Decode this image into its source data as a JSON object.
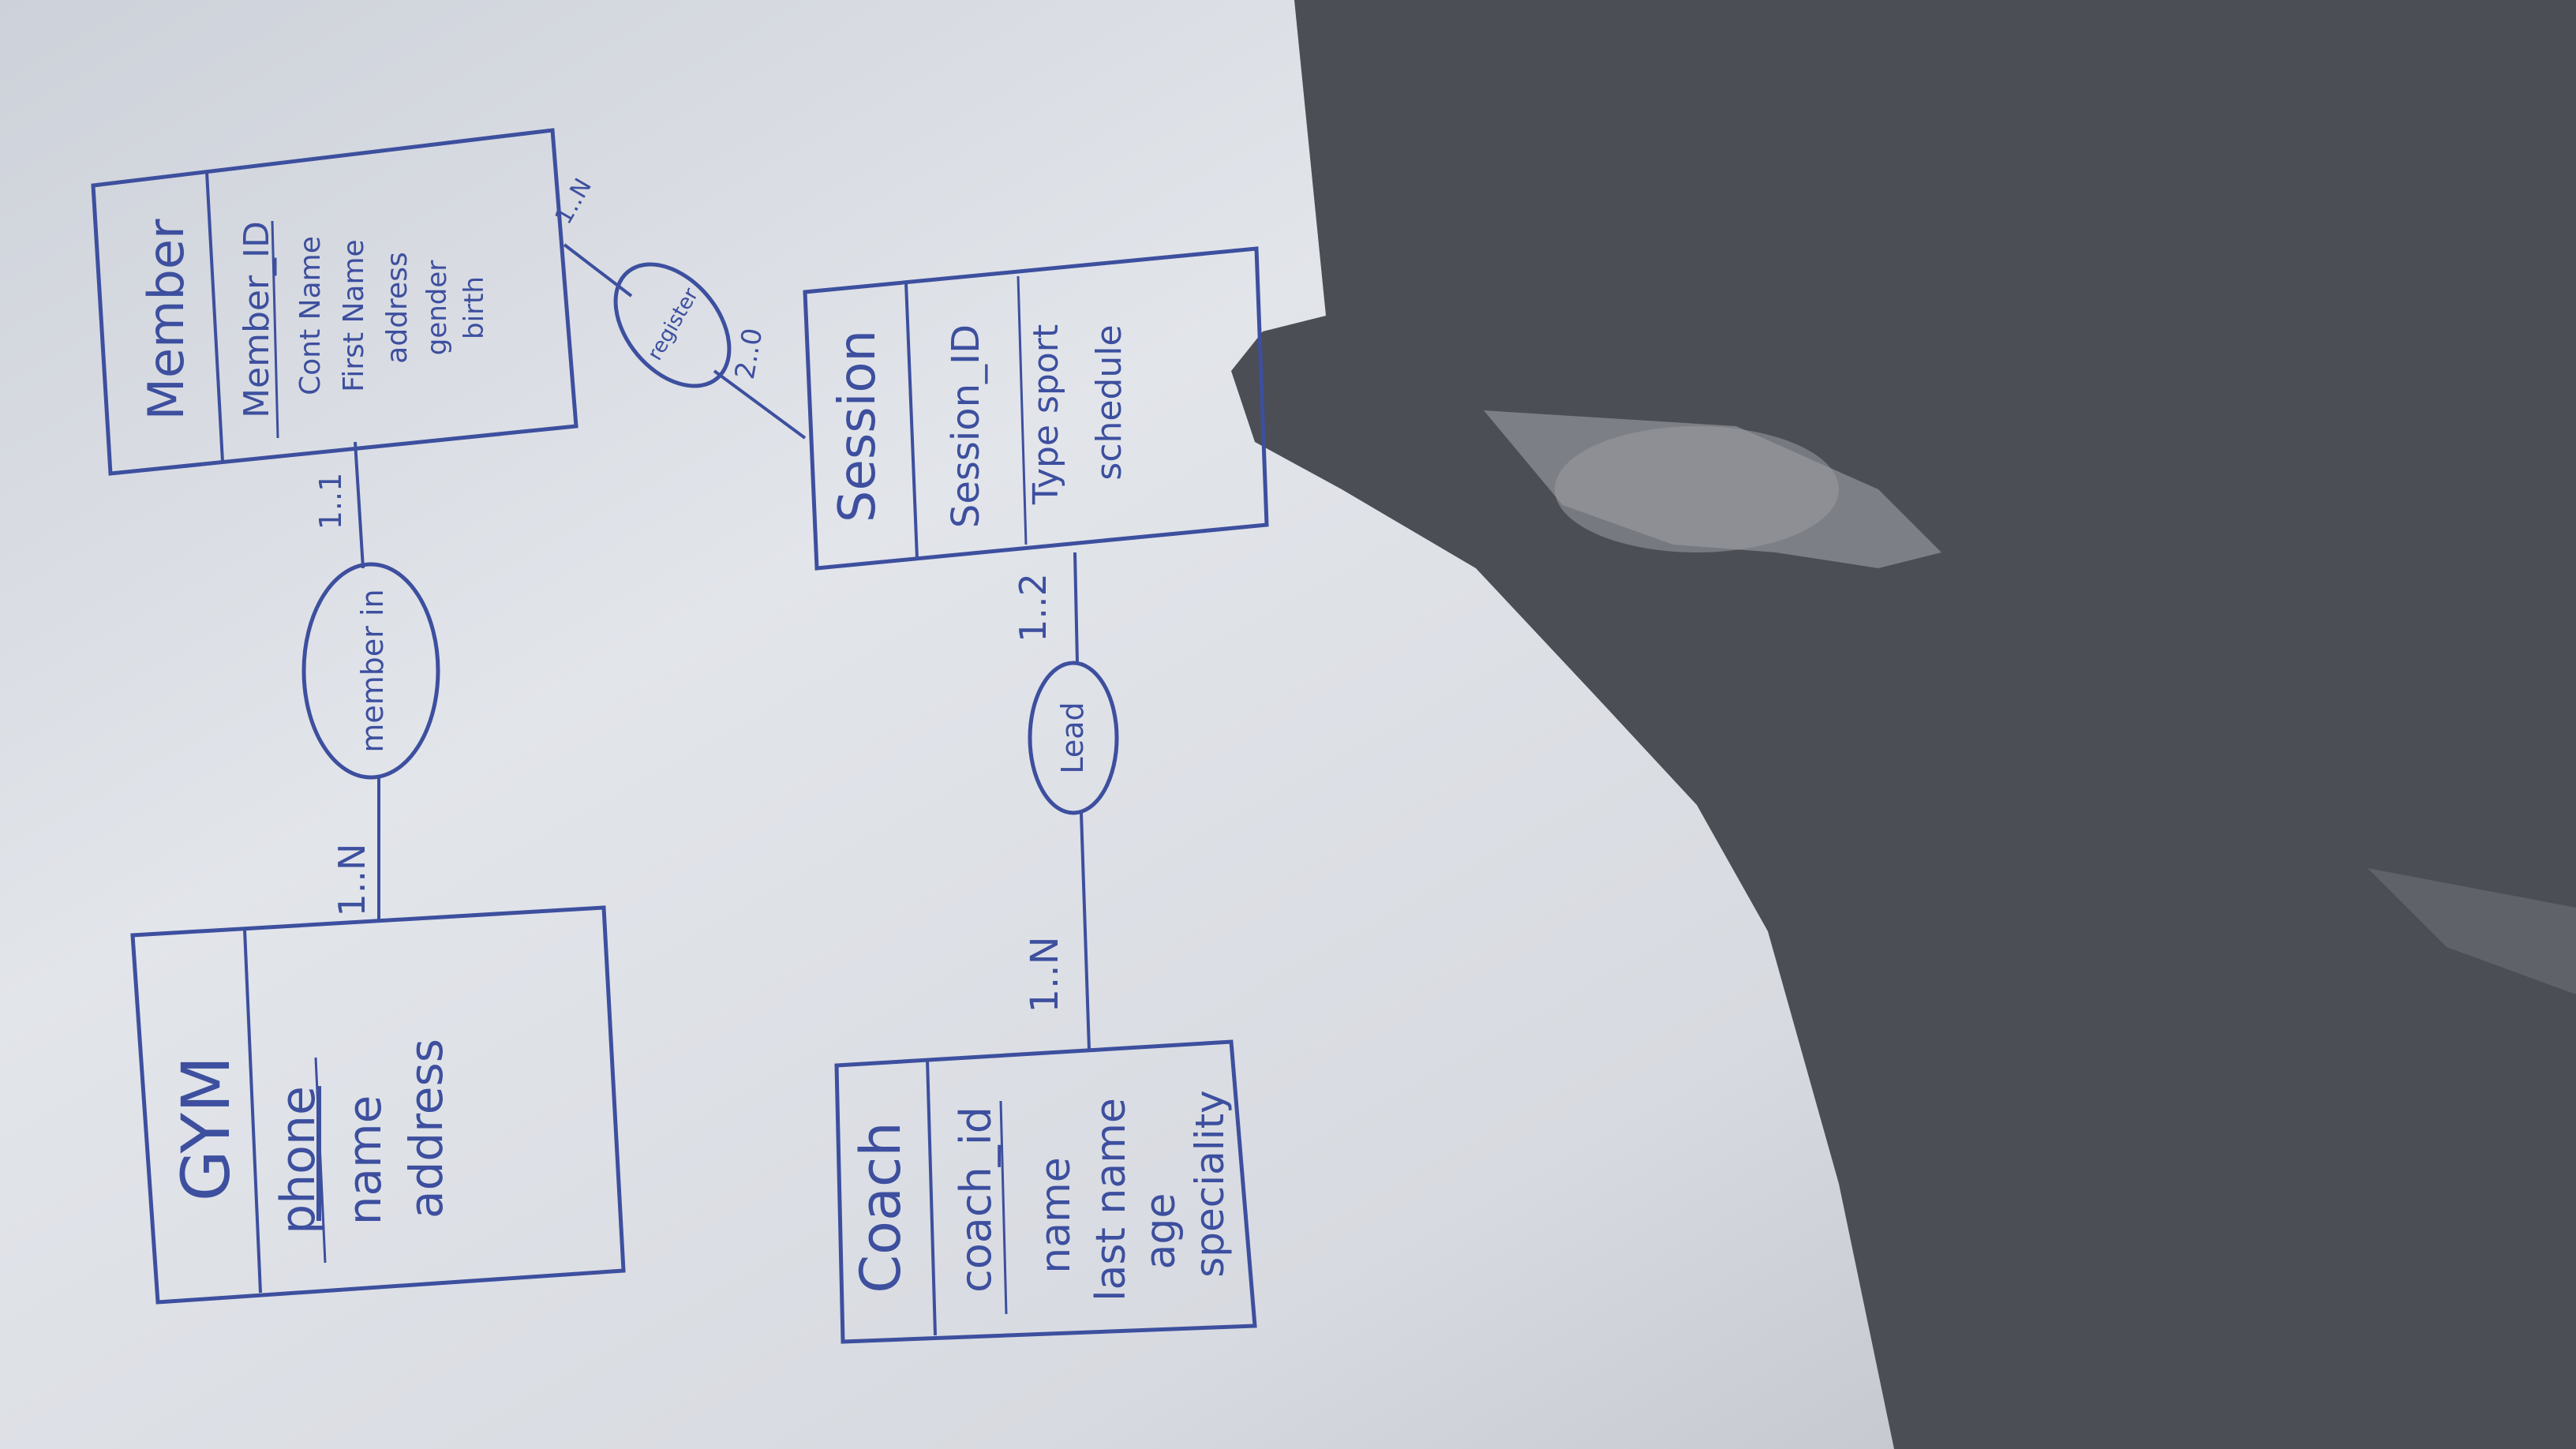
{
  "entities": {
    "gym": {
      "name": "GYM",
      "attributes": [
        "phone",
        "name",
        "address"
      ]
    },
    "member": {
      "name": "Member",
      "attributes": [
        "Member_ID",
        "Cont Name",
        "First Name",
        "address",
        "gender",
        "birth"
      ]
    },
    "session": {
      "name": "Session",
      "attributes": [
        "Session_ID",
        "Type sport",
        "schedule"
      ]
    },
    "coach": {
      "name": "Coach",
      "attributes": [
        "coach_id",
        "name",
        "last name",
        "age",
        "speciality"
      ]
    }
  },
  "relationships": {
    "member_in": {
      "label": "member in",
      "card_gym": "1..N",
      "card_member": "1..1"
    },
    "lead": {
      "label": "Lead",
      "card_coach": "1..N",
      "card_session": "1..2"
    },
    "register": {
      "label": "register",
      "card_member": "1..N",
      "card_session": "2..0"
    }
  },
  "colors": {
    "ink": "#3d4f9e",
    "paper": "#d9dde4",
    "shadow": "#4a4d55"
  }
}
